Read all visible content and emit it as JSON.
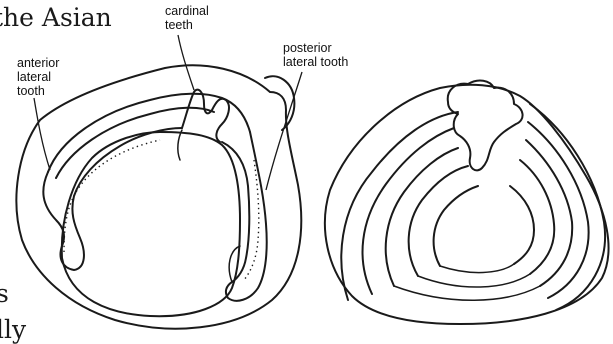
{
  "text_fragments": {
    "top_line": "the Asian",
    "bottom_line_1": "s",
    "bottom_line_2": "lly"
  },
  "labels": {
    "cardinal_teeth": [
      "cardinal",
      "teeth"
    ],
    "anterior_lateral_tooth": [
      "anterior",
      "lateral",
      "tooth"
    ],
    "posterior_lateral_tooth": [
      "posterior",
      "lateral tooth"
    ]
  }
}
